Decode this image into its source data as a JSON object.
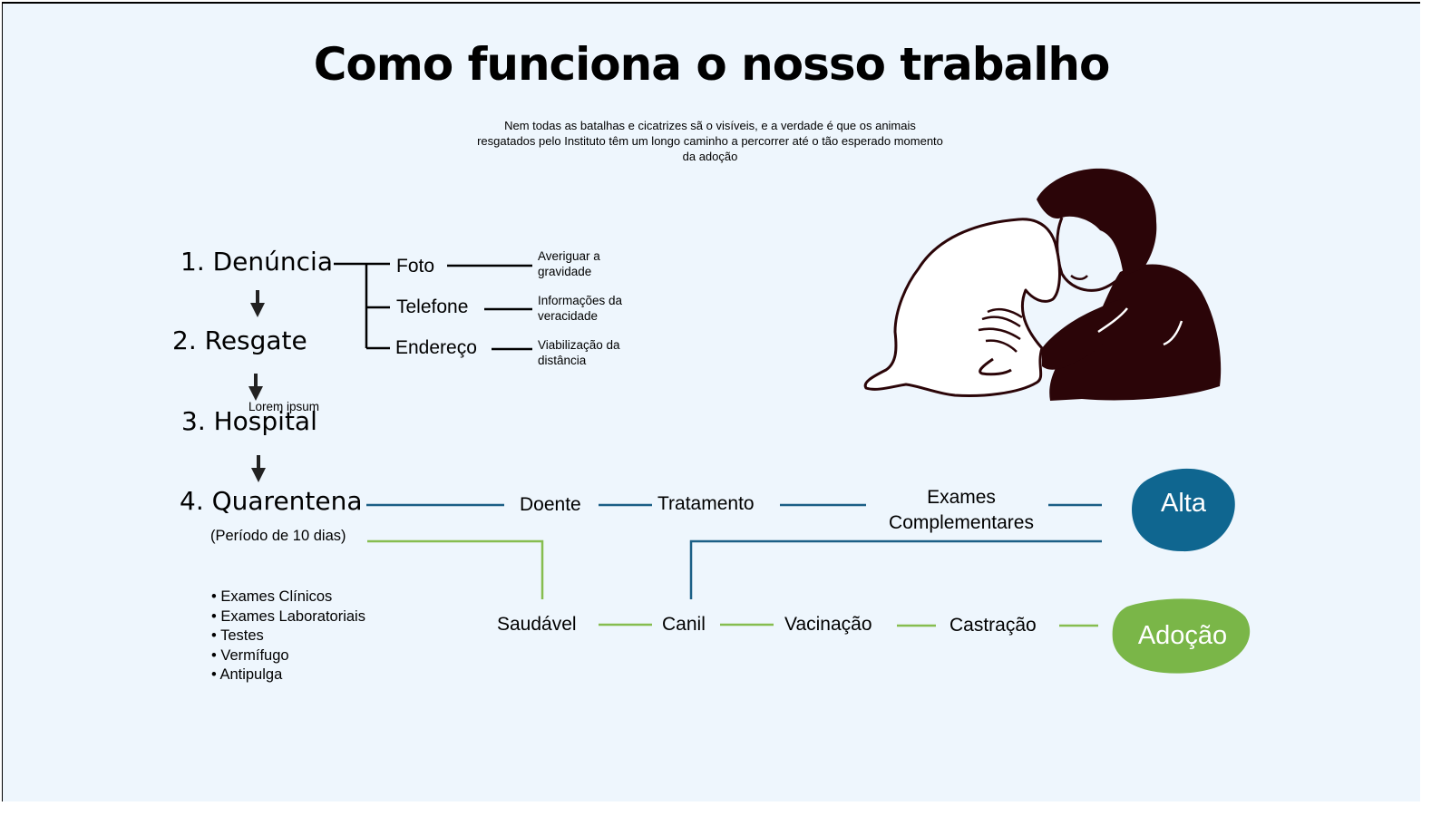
{
  "title": "Como funciona o nosso trabalho",
  "subtitle": "Nem todas as batalhas e cicatrizes sã o visíveis, e a verdade é que os animais resgatados pelo Instituto têm um longo caminho a percorrer até o tão esperado momento da adoção",
  "steps": [
    "1. Denúncia",
    "2. Resgate",
    "3. Hospital",
    "4. Quarentena"
  ],
  "quarantine_note": "(Período de 10 dias)",
  "lorem": "Lorem ipsum",
  "denuncia_branches": [
    {
      "label": "Foto",
      "detail": "Averiguar a gravidade"
    },
    {
      "label": "Telefone",
      "detail": "Informações da veracidade"
    },
    {
      "label": "Endereço",
      "detail": "Viabilização da distância"
    }
  ],
  "sick_path": [
    "Doente",
    "Tratamento",
    "Exames Complementares"
  ],
  "healthy_path": [
    "Saudável",
    "Canil",
    "Vacinação",
    "Castração"
  ],
  "outcomes": {
    "alta": "Alta",
    "adocao": "Adoção"
  },
  "checklist": [
    "Exames Clínicos",
    "Exames Laboratoriais",
    "Testes",
    "Vermífugo",
    "Antipulga"
  ],
  "colors": {
    "background": "#eef6fd",
    "sick_line": "#1b5f86",
    "alta": "#0f6690",
    "healthy_line": "#86bd4f",
    "adocao": "#7ab648",
    "illustration": "#2b0508"
  },
  "icons": {
    "flow_arrow": "down-arrow-icon",
    "illustration": "person-hugging-dog-illustration"
  }
}
